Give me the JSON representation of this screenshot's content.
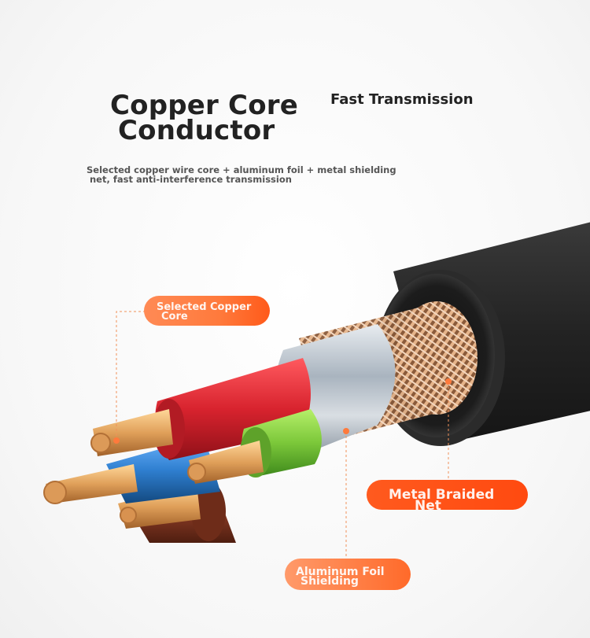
{
  "headline": {
    "line1": "Copper Core",
    "line2": "Conductor",
    "tagline": "Fast Transmission"
  },
  "description": {
    "line1": "Selected copper wire core + aluminum foil + metal shielding",
    "line2": "net, fast anti-interference transmission"
  },
  "callouts": {
    "copper_core": {
      "line1": "Selected Copper",
      "line2": "Core"
    },
    "braided_net": {
      "line1": "Metal Braided",
      "line2": "Net"
    },
    "foil_shield": {
      "line1": "Aluminum Foil",
      "line2": "Shielding"
    }
  },
  "colors": {
    "jacket": "#2a2a2a",
    "wire_red": "#d8232e",
    "wire_blue": "#2f7fd0",
    "wire_green": "#7cc83a",
    "wire_brown": "#8a3b25",
    "copper": "#e8a860",
    "foil": "#c9d0d8",
    "callout_orange": "#ff5a1a"
  }
}
